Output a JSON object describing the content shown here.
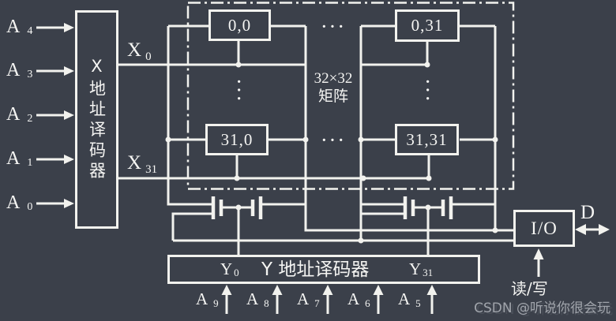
{
  "colors": {
    "background": "#3b404a",
    "line": "#f2f2ee",
    "watermark": "#a0a4ab"
  },
  "x_decoder": {
    "label": "X地址译码器"
  },
  "x_inputs": [
    {
      "main": "A",
      "sub": "4"
    },
    {
      "main": "A",
      "sub": "3"
    },
    {
      "main": "A",
      "sub": "2"
    },
    {
      "main": "A",
      "sub": "1"
    },
    {
      "main": "A",
      "sub": "0"
    }
  ],
  "word_lines": {
    "x0": {
      "main": "X",
      "sub": "0"
    },
    "x31": {
      "main": "X",
      "sub": "31"
    }
  },
  "matrix": {
    "size_label": "32×32",
    "name_label": "矩阵",
    "cells": [
      {
        "label": "0,0"
      },
      {
        "label": "0,31"
      },
      {
        "label": "31,0"
      },
      {
        "label": "31,31"
      }
    ],
    "row_ellipsis": "···",
    "col_ellipsis": "···"
  },
  "y_decoder": {
    "title": "Y 地址译码器",
    "left_tap": {
      "main": "Y",
      "sub": "0"
    },
    "right_tap": {
      "main": "Y",
      "sub": "31"
    }
  },
  "y_inputs": [
    {
      "main": "A",
      "sub": "9"
    },
    {
      "main": "A",
      "sub": "8"
    },
    {
      "main": "A",
      "sub": "7"
    },
    {
      "main": "A",
      "sub": "6"
    },
    {
      "main": "A",
      "sub": "5"
    }
  ],
  "io": {
    "label": "I/O",
    "data_label": "D",
    "read_write_label": "读/写"
  },
  "watermark": "CSDN @听说你很会玩"
}
